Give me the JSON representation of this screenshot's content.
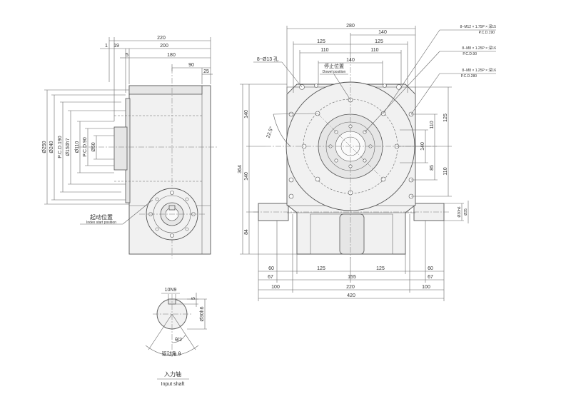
{
  "left_view": {
    "dims_top": [
      "220",
      "200",
      "180",
      "1",
      "19",
      "5",
      "90",
      "25"
    ],
    "dims_left": [
      "Ø250",
      "Ø240",
      "P.C.D.190",
      "Ø150h7",
      "Ø110",
      "P.C.D.90",
      "Ø50"
    ],
    "callout_cn": "起动位置",
    "callout_en": "Index start position"
  },
  "front_view": {
    "dims_top": [
      "280",
      "140",
      "125",
      "125",
      "110",
      "110",
      "140"
    ],
    "callouts": [
      {
        "main": "8−M12 × 1.75P × 深15",
        "sub": "P.C.D.190"
      },
      {
        "main": "8−M8 × 1.25P × 深16",
        "sub": "P.C.D.90"
      },
      {
        "main": "8−M8 × 1.25P × 深16",
        "sub": "P.C.D.280"
      }
    ],
    "hole_label": "8−Ø13 孔",
    "dowel_cn": "停止位置",
    "dowel_en": "Dowel position",
    "angle": "22.5°",
    "dims_left": [
      "364",
      "140",
      "140",
      "84"
    ],
    "dims_right": [
      "125",
      "110",
      "140",
      "85",
      "110"
    ],
    "dims_shaft": [
      "Ø30h6",
      "Ø35"
    ],
    "dims_bottom_row1": [
      "60",
      "125",
      "125",
      "60"
    ],
    "dims_bottom_row2": [
      "67",
      "155",
      "67"
    ],
    "dims_bottom_row3": [
      "100",
      "220",
      "100"
    ],
    "dims_bottom_row4": [
      "420"
    ]
  },
  "shaft_view": {
    "key": "10N9",
    "key_depth": "5",
    "diameter": "Ø30h6",
    "half_angle": "θ/2",
    "drive_angle": "驱动角 θ",
    "title_cn": "入力轴",
    "title_en": "Input shaft"
  }
}
